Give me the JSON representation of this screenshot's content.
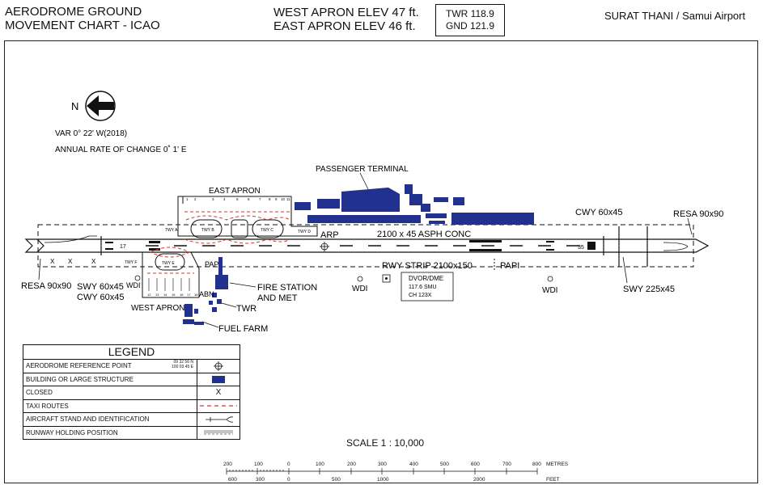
{
  "header": {
    "chart_title": "AERODROME GROUND\nMOVEMENT CHART - ICAO",
    "elev_west": "WEST APRON  ELEV 47 ft.",
    "elev_east": "EAST  APRON  ELEV 46 ft.",
    "twr_freq": "TWR 118.9",
    "gnd_freq": "GND 121.9",
    "airport_name": "SURAT THANI / Samui Airport"
  },
  "north": {
    "letter": "N",
    "variation": "VAR 0° 22' W(2018)",
    "annual_change": "ANNUAL RATE OF CHANGE  0˚ 1'  E"
  },
  "labels": {
    "passenger_terminal": "PASSENGER TERMINAL",
    "east_apron": "EAST APRON",
    "west_apron": "WEST APRON",
    "arp": "ARP",
    "runway": "2100 x 45 ASPH CONC",
    "rwy_strip": "RWY STRIP 2100x150",
    "papi_west": "PAPI",
    "papi_east": "PAPI",
    "cwy_east": "CWY 60x45",
    "resa_east": "RESA 90x90",
    "resa_west": "RESA 90x90",
    "swy_west": "SWY 60x45",
    "cwy_west": "CWY 60x45",
    "swy_east": "SWY 225x45",
    "wdi_1": "WDI",
    "wdi_2": "WDI",
    "wdi_3": "WDI",
    "fire_station_1": "FIRE STATION",
    "fire_station_2": "AND MET",
    "abn": "ABN",
    "twr": "TWR",
    "fuel_farm": "FUEL FARM",
    "dvor_1": "DVOR/DME",
    "dvor_2": "117.6 SMU",
    "dvor_3": "CH 123X",
    "twy_a": "TWY A",
    "twy_b": "TWY B",
    "twy_c": "TWY C",
    "twy_d": "TWY D",
    "twy_e": "TWY E",
    "twy_f": "TWY F",
    "rwy_num_west": "17",
    "rwy_num_east": "35",
    "closed_mark": "X",
    "stands_east": [
      "1",
      "2",
      "3",
      "4",
      "5",
      "6",
      "7",
      "8",
      "9",
      "10",
      "11"
    ],
    "stands_west": [
      "12",
      "13",
      "14",
      "15",
      "16",
      "17",
      "18"
    ]
  },
  "legend": {
    "title": "LEGEND",
    "rows": [
      {
        "label": "AERODROME REFERENCE POINT",
        "coords": "09  32  56 N\n100  03  45 E"
      },
      {
        "label": "BUILDING OR LARGE STRUCTURE"
      },
      {
        "label": "CLOSED",
        "symbol": "X"
      },
      {
        "label": "TAXI ROUTES"
      },
      {
        "label": "AIRCRAFT STAND AND IDENTIFICATION"
      },
      {
        "label": "RUNWAY HOLDING POSITION"
      }
    ]
  },
  "scale": {
    "label": "SCALE 1 : 10,000",
    "metres_ticks": [
      "200",
      "100",
      "0",
      "100",
      "200",
      "300",
      "400",
      "500",
      "600",
      "700",
      "800"
    ],
    "metres_unit": "METRES",
    "feet_ticks": [
      "600",
      "300",
      "0",
      "500",
      "1000",
      "2000"
    ],
    "feet_unit": "FEET"
  },
  "colors": {
    "building": "#22308f",
    "taxi_route": "#d9362b",
    "line": "#111111"
  }
}
